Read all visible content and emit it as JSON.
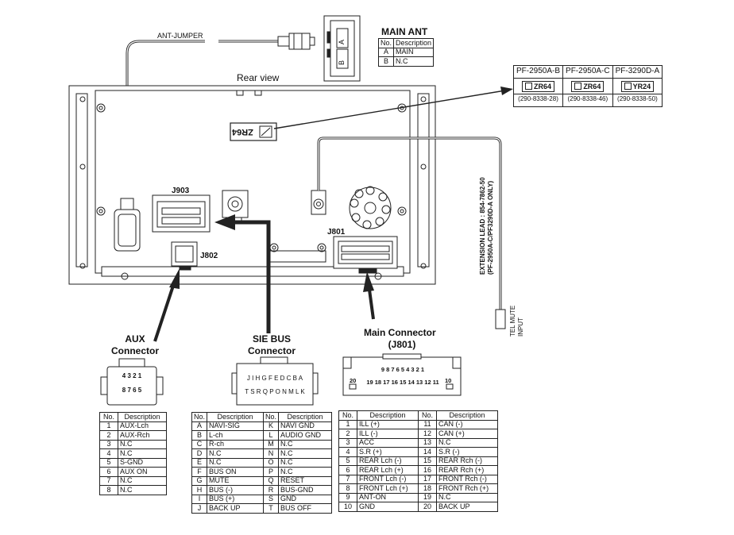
{
  "labels": {
    "ant_jumper": "ANT-JUMPER",
    "rear_view": "Rear view",
    "main_ant_title": "MAIN ANT",
    "ant_pin_a": "A",
    "ant_pin_b": "B",
    "zr64_unit": "ZR64",
    "j903": "J903",
    "j801": "J801",
    "j802": "J802",
    "extension_lead_1": "EXTENSION LEAD : 854-7862-50",
    "extension_lead_2": "(PF-2950A-C/PF3290D-A ONLY)",
    "tel_mute_1": "TEL MUTE",
    "tel_mute_2": "INPUT",
    "aux_title_1": "AUX",
    "aux_title_2": "Connector",
    "sie_title_1": "SIE BUS",
    "sie_title_2": "Connector",
    "main_title_1": "Main Connector",
    "main_title_2": "(J801)"
  },
  "connector_pins": {
    "aux_top": "4 3 2 1",
    "aux_bottom": "8 7 6 5",
    "sie_top": "J I H G F E D C B A",
    "sie_bottom": "T S R Q P O N M L K",
    "main_top": "9 8 7 6 5 4 3 2 1",
    "main_bottom": "19 18 17 16 15 14 13 12 11",
    "main_left": "20",
    "main_right": "10"
  },
  "main_ant_table": {
    "headers": [
      "No.",
      "Description"
    ],
    "rows": [
      [
        "A",
        "MAIN"
      ],
      [
        "B",
        "N.C"
      ]
    ]
  },
  "model_table": {
    "models": [
      "PF-2950A-B",
      "PF-2950A-C",
      "PF-3290D-A"
    ],
    "codes": [
      "ZR64",
      "ZR64",
      "YR24"
    ],
    "part_numbers": [
      "(290-8338-28)",
      "(290-8338-46)",
      "(290-8338-50)"
    ]
  },
  "aux_table": {
    "headers": [
      "No.",
      "Description"
    ],
    "rows": [
      [
        "1",
        "AUX-Lch"
      ],
      [
        "2",
        "AUX-Rch"
      ],
      [
        "3",
        "N.C"
      ],
      [
        "4",
        "N.C"
      ],
      [
        "5",
        "S-GND"
      ],
      [
        "6",
        "AUX ON"
      ],
      [
        "7",
        "N.C"
      ],
      [
        "8",
        "N.C"
      ]
    ]
  },
  "sie_table": {
    "headers": [
      "No.",
      "Description",
      "No.",
      "Description"
    ],
    "rows": [
      [
        "A",
        "NAVI-SIG",
        "K",
        "NAVI GND"
      ],
      [
        "B",
        "L-ch",
        "L",
        "AUDIO GND"
      ],
      [
        "C",
        "R-ch",
        "M",
        "N.C"
      ],
      [
        "D",
        "N.C",
        "N",
        "N.C"
      ],
      [
        "E",
        "N.C",
        "O",
        "N.C"
      ],
      [
        "F",
        "BUS ON",
        "P",
        "N.C"
      ],
      [
        "G",
        "MUTE",
        "Q",
        "RESET"
      ],
      [
        "H",
        "BUS (-)",
        "R",
        "BUS-GND"
      ],
      [
        "I",
        "BUS (+)",
        "S",
        "GND"
      ],
      [
        "J",
        "BACK UP",
        "T",
        "BUS OFF"
      ]
    ]
  },
  "main_table": {
    "headers": [
      "No.",
      "Description",
      "No.",
      "Description"
    ],
    "rows": [
      [
        "1",
        "ILL (+)",
        "11",
        "CAN (-)"
      ],
      [
        "2",
        "ILL (-)",
        "12",
        "CAN (+)"
      ],
      [
        "3",
        "ACC",
        "13",
        "N.C"
      ],
      [
        "4",
        "S.R (+)",
        "14",
        "S.R (-)"
      ],
      [
        "5",
        "REAR Lch (-)",
        "15",
        "REAR Rch (-)"
      ],
      [
        "6",
        "REAR Lch (+)",
        "16",
        "REAR Rch (+)"
      ],
      [
        "7",
        "FRONT Lch (-)",
        "17",
        "FRONT Rch (-)"
      ],
      [
        "8",
        "FRONT Lch (+)",
        "18",
        "FRONT Rch (+)"
      ],
      [
        "9",
        "ANT-ON",
        "19",
        "N.C"
      ],
      [
        "10",
        "GND",
        "20",
        "BACK UP"
      ]
    ]
  }
}
